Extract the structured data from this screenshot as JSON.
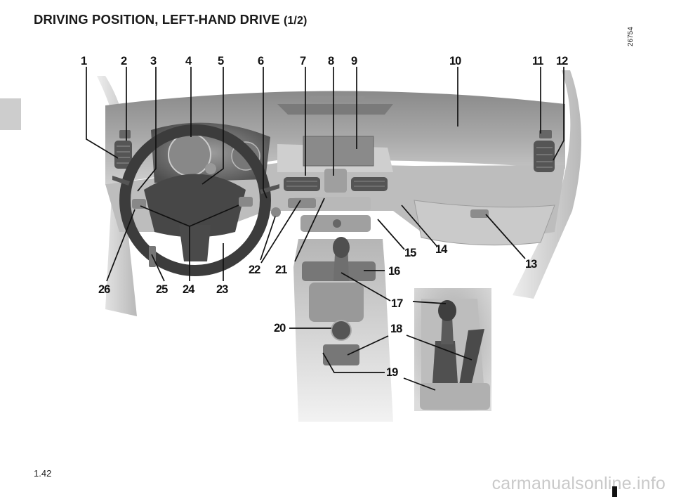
{
  "header": {
    "title": "DRIVING POSITION, LEFT-HAND DRIVE",
    "subtitle": "(1/2)"
  },
  "figure": {
    "code": "26754",
    "callouts": [
      "1",
      "2",
      "3",
      "4",
      "5",
      "6",
      "7",
      "8",
      "9",
      "10",
      "11",
      "12",
      "13",
      "14",
      "15",
      "16",
      "17",
      "18",
      "19",
      "20",
      "21",
      "22",
      "23",
      "24",
      "25",
      "26"
    ]
  },
  "footer": {
    "page_number": "1.42",
    "watermark": "carmanualsonline.info"
  }
}
